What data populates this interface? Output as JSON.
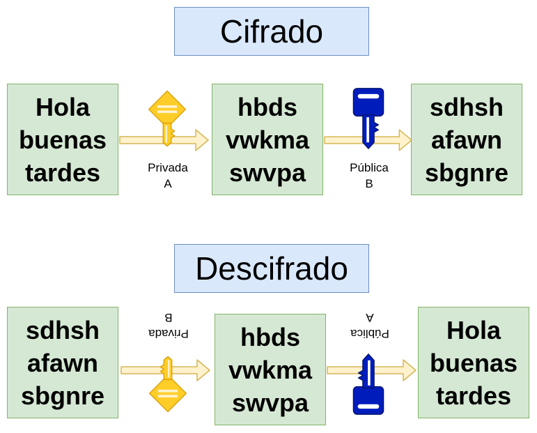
{
  "encrypt": {
    "title": "Cifrado",
    "plaintext": [
      "Hola",
      "buenas",
      "tardes"
    ],
    "middle": [
      "hbds",
      "vwkma",
      "swvpa"
    ],
    "ciphertext": [
      "sdhsh",
      "afawn",
      "sbgnre"
    ],
    "key1": {
      "line1": "Privada",
      "line2": "A",
      "icon": "key-icon",
      "color": "#ffcd28"
    },
    "key2": {
      "line1": "Pública",
      "line2": "B",
      "icon": "key-icon",
      "color": "#001dbc"
    }
  },
  "decrypt": {
    "title": "Descifrado",
    "ciphertext": [
      "sdhsh",
      "afawn",
      "sbgnre"
    ],
    "middle": [
      "hbds",
      "vwkma",
      "swvpa"
    ],
    "plaintext": [
      "Hola",
      "buenas",
      "tardes"
    ],
    "key1": {
      "line1": "Privada",
      "line2": "B",
      "icon": "key-icon",
      "color": "#ffcd28"
    },
    "key2": {
      "line1": "Pública",
      "line2": "A",
      "icon": "key-icon",
      "color": "#001dbc"
    }
  },
  "colors": {
    "title_fill": "#dae8fc",
    "box_fill": "#d5e8d4",
    "arrow_fill": "#fff2cc"
  }
}
